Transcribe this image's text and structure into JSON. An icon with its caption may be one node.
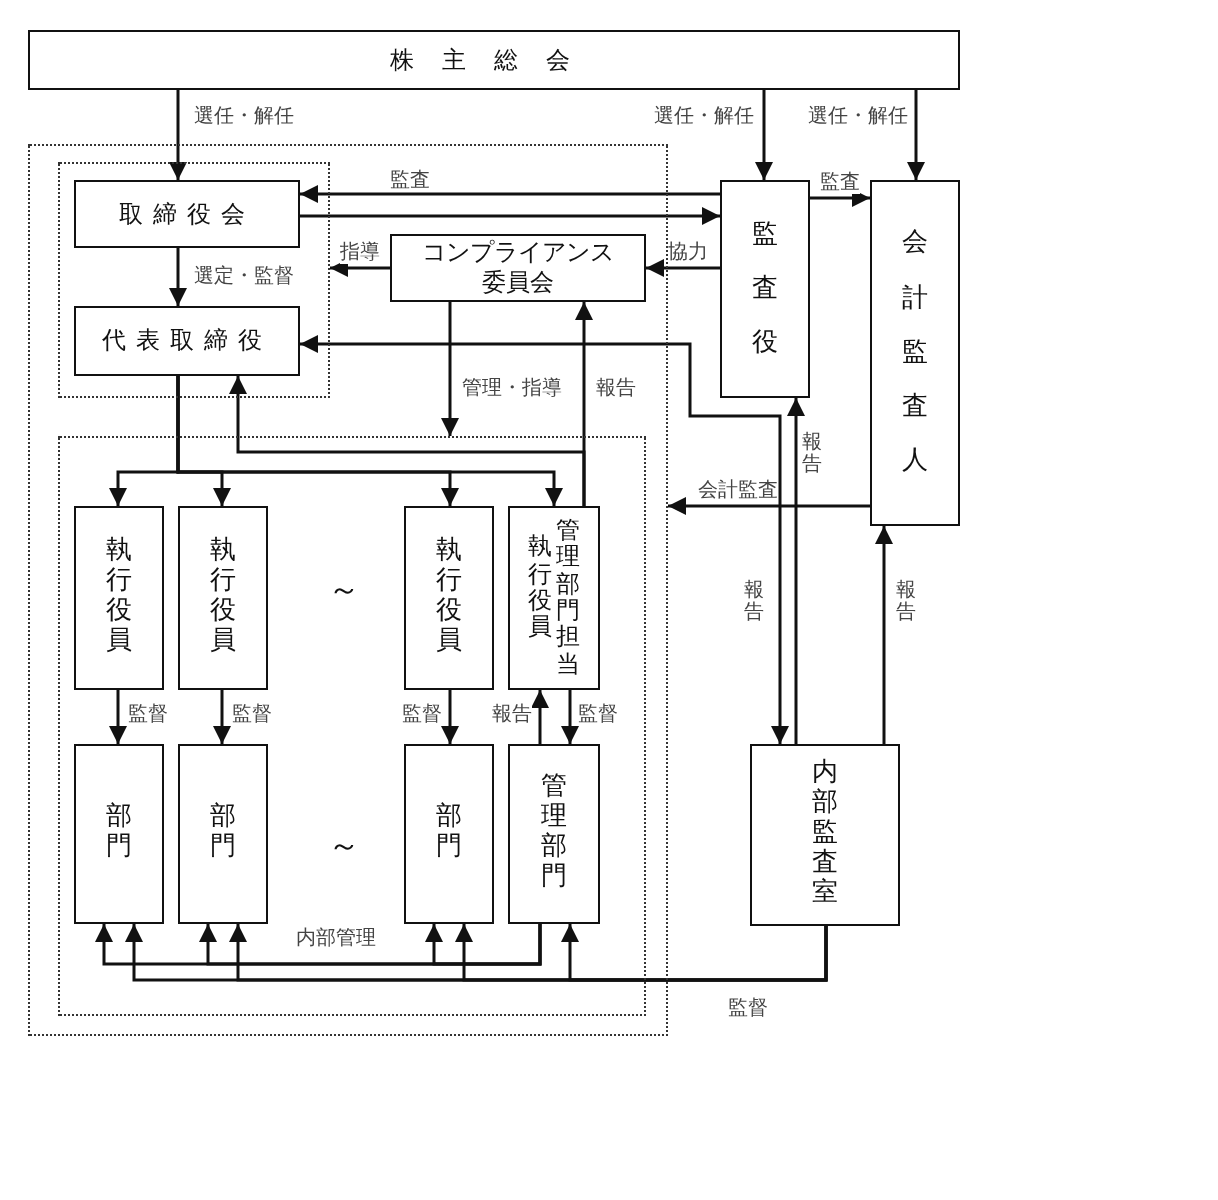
{
  "diagram": {
    "nodes": [
      {
        "text": [
          "株主総会"
        ]
      },
      {
        "text": [],
        "shape": "box"
      },
      {
        "text": [],
        "shape": "box",
        "in": 1
      },
      {
        "text": [
          "取締役会"
        ],
        "in": 2
      },
      {
        "text": [
          "代表取締役"
        ],
        "in": 2
      },
      {
        "text": [
          "コンプライアンス委員会"
        ],
        "in": 1
      },
      {
        "text": [],
        "shape": "box",
        "in": 1
      },
      {
        "text": [
          "執行役員"
        ],
        "in": 6
      },
      {
        "text": [
          "執行役員"
        ],
        "in": 6
      },
      {
        "text": [
          "執行役員"
        ],
        "in": 6
      },
      {
        "text": [
          "執行役員",
          "管理部門担当"
        ],
        "in": 6
      },
      {
        "text": [
          "部門"
        ],
        "in": 6
      },
      {
        "text": [
          "部門"
        ],
        "in": 6
      },
      {
        "text": [
          "部門"
        ],
        "in": 6
      },
      {
        "text": [
          "管理部門"
        ],
        "in": 6
      },
      {
        "text": [
          "監査役"
        ]
      },
      {
        "text": [
          "会計監査人"
        ]
      },
      {
        "text": [
          "内部監査室"
        ]
      }
    ],
    "edges": [
      {
        "from": 0,
        "to": 3,
        "arrow": "to",
        "label": "選任・解任"
      },
      {
        "from": 0,
        "to": 15,
        "arrow": "to",
        "label": "選任・解任"
      },
      {
        "from": 0,
        "to": 16,
        "arrow": "to",
        "label": "選任・解任"
      },
      {
        "from": 15,
        "to": 3,
        "arrow": "to",
        "label": "監査"
      },
      {
        "from": 3,
        "to": 15,
        "arrow": "to"
      },
      {
        "from": 15,
        "to": 16,
        "arrow": "to",
        "label": "監査"
      },
      {
        "from": 5,
        "to": 2,
        "arrow": "to",
        "label": "指導"
      },
      {
        "from": 15,
        "to": 5,
        "arrow": "to",
        "label": "協力"
      },
      {
        "from": 3,
        "to": 4,
        "arrow": "to",
        "label": "選定・監督"
      },
      {
        "from": 4,
        "to": 17,
        "arrow": "both",
        "label": "報告"
      },
      {
        "from": 16,
        "to": 1,
        "arrow": "to",
        "label": "会計監査"
      },
      {
        "from": 17,
        "to": 16,
        "arrow": "to",
        "label": "報告"
      },
      {
        "from": 5,
        "to": 6,
        "arrow": "to",
        "label": "管理・指導"
      },
      {
        "from": 10,
        "to": 5,
        "arrow": "to",
        "label": "報告"
      },
      {
        "from": 10,
        "to": 4,
        "arrow": "to"
      },
      {
        "from": 4,
        "to": 7,
        "arrow": "to"
      },
      {
        "from": 4,
        "to": 8,
        "arrow": "to"
      },
      {
        "from": 4,
        "to": 9,
        "arrow": "to"
      },
      {
        "from": 4,
        "to": 10,
        "arrow": "to"
      },
      {
        "from": 7,
        "to": 11,
        "arrow": "to",
        "label": "監督"
      },
      {
        "from": 8,
        "to": 12,
        "arrow": "to",
        "label": "監督"
      },
      {
        "from": 9,
        "to": 13,
        "arrow": "to",
        "label": "監督"
      },
      {
        "from": 14,
        "to": 10,
        "arrow": "to",
        "label": "報告"
      },
      {
        "from": 10,
        "to": 14,
        "arrow": "to",
        "label": "監督"
      },
      {
        "from": 14,
        "to": 11,
        "arrow": "to",
        "label": "内部管理"
      },
      {
        "from": 14,
        "to": 12,
        "arrow": "to"
      },
      {
        "from": 14,
        "to": 13,
        "arrow": "to"
      },
      {
        "from": 17,
        "to": 11,
        "arrow": "to",
        "label": "監督"
      },
      {
        "from": 17,
        "to": 12,
        "arrow": "to"
      },
      {
        "from": 17,
        "to": 13,
        "arrow": "to"
      },
      {
        "from": 17,
        "to": 14,
        "arrow": "to"
      },
      {
        "from": 17,
        "to": 15,
        "arrow": "to",
        "label": "報告"
      }
    ],
    "labels": [
      "～",
      "～"
    ]
  }
}
